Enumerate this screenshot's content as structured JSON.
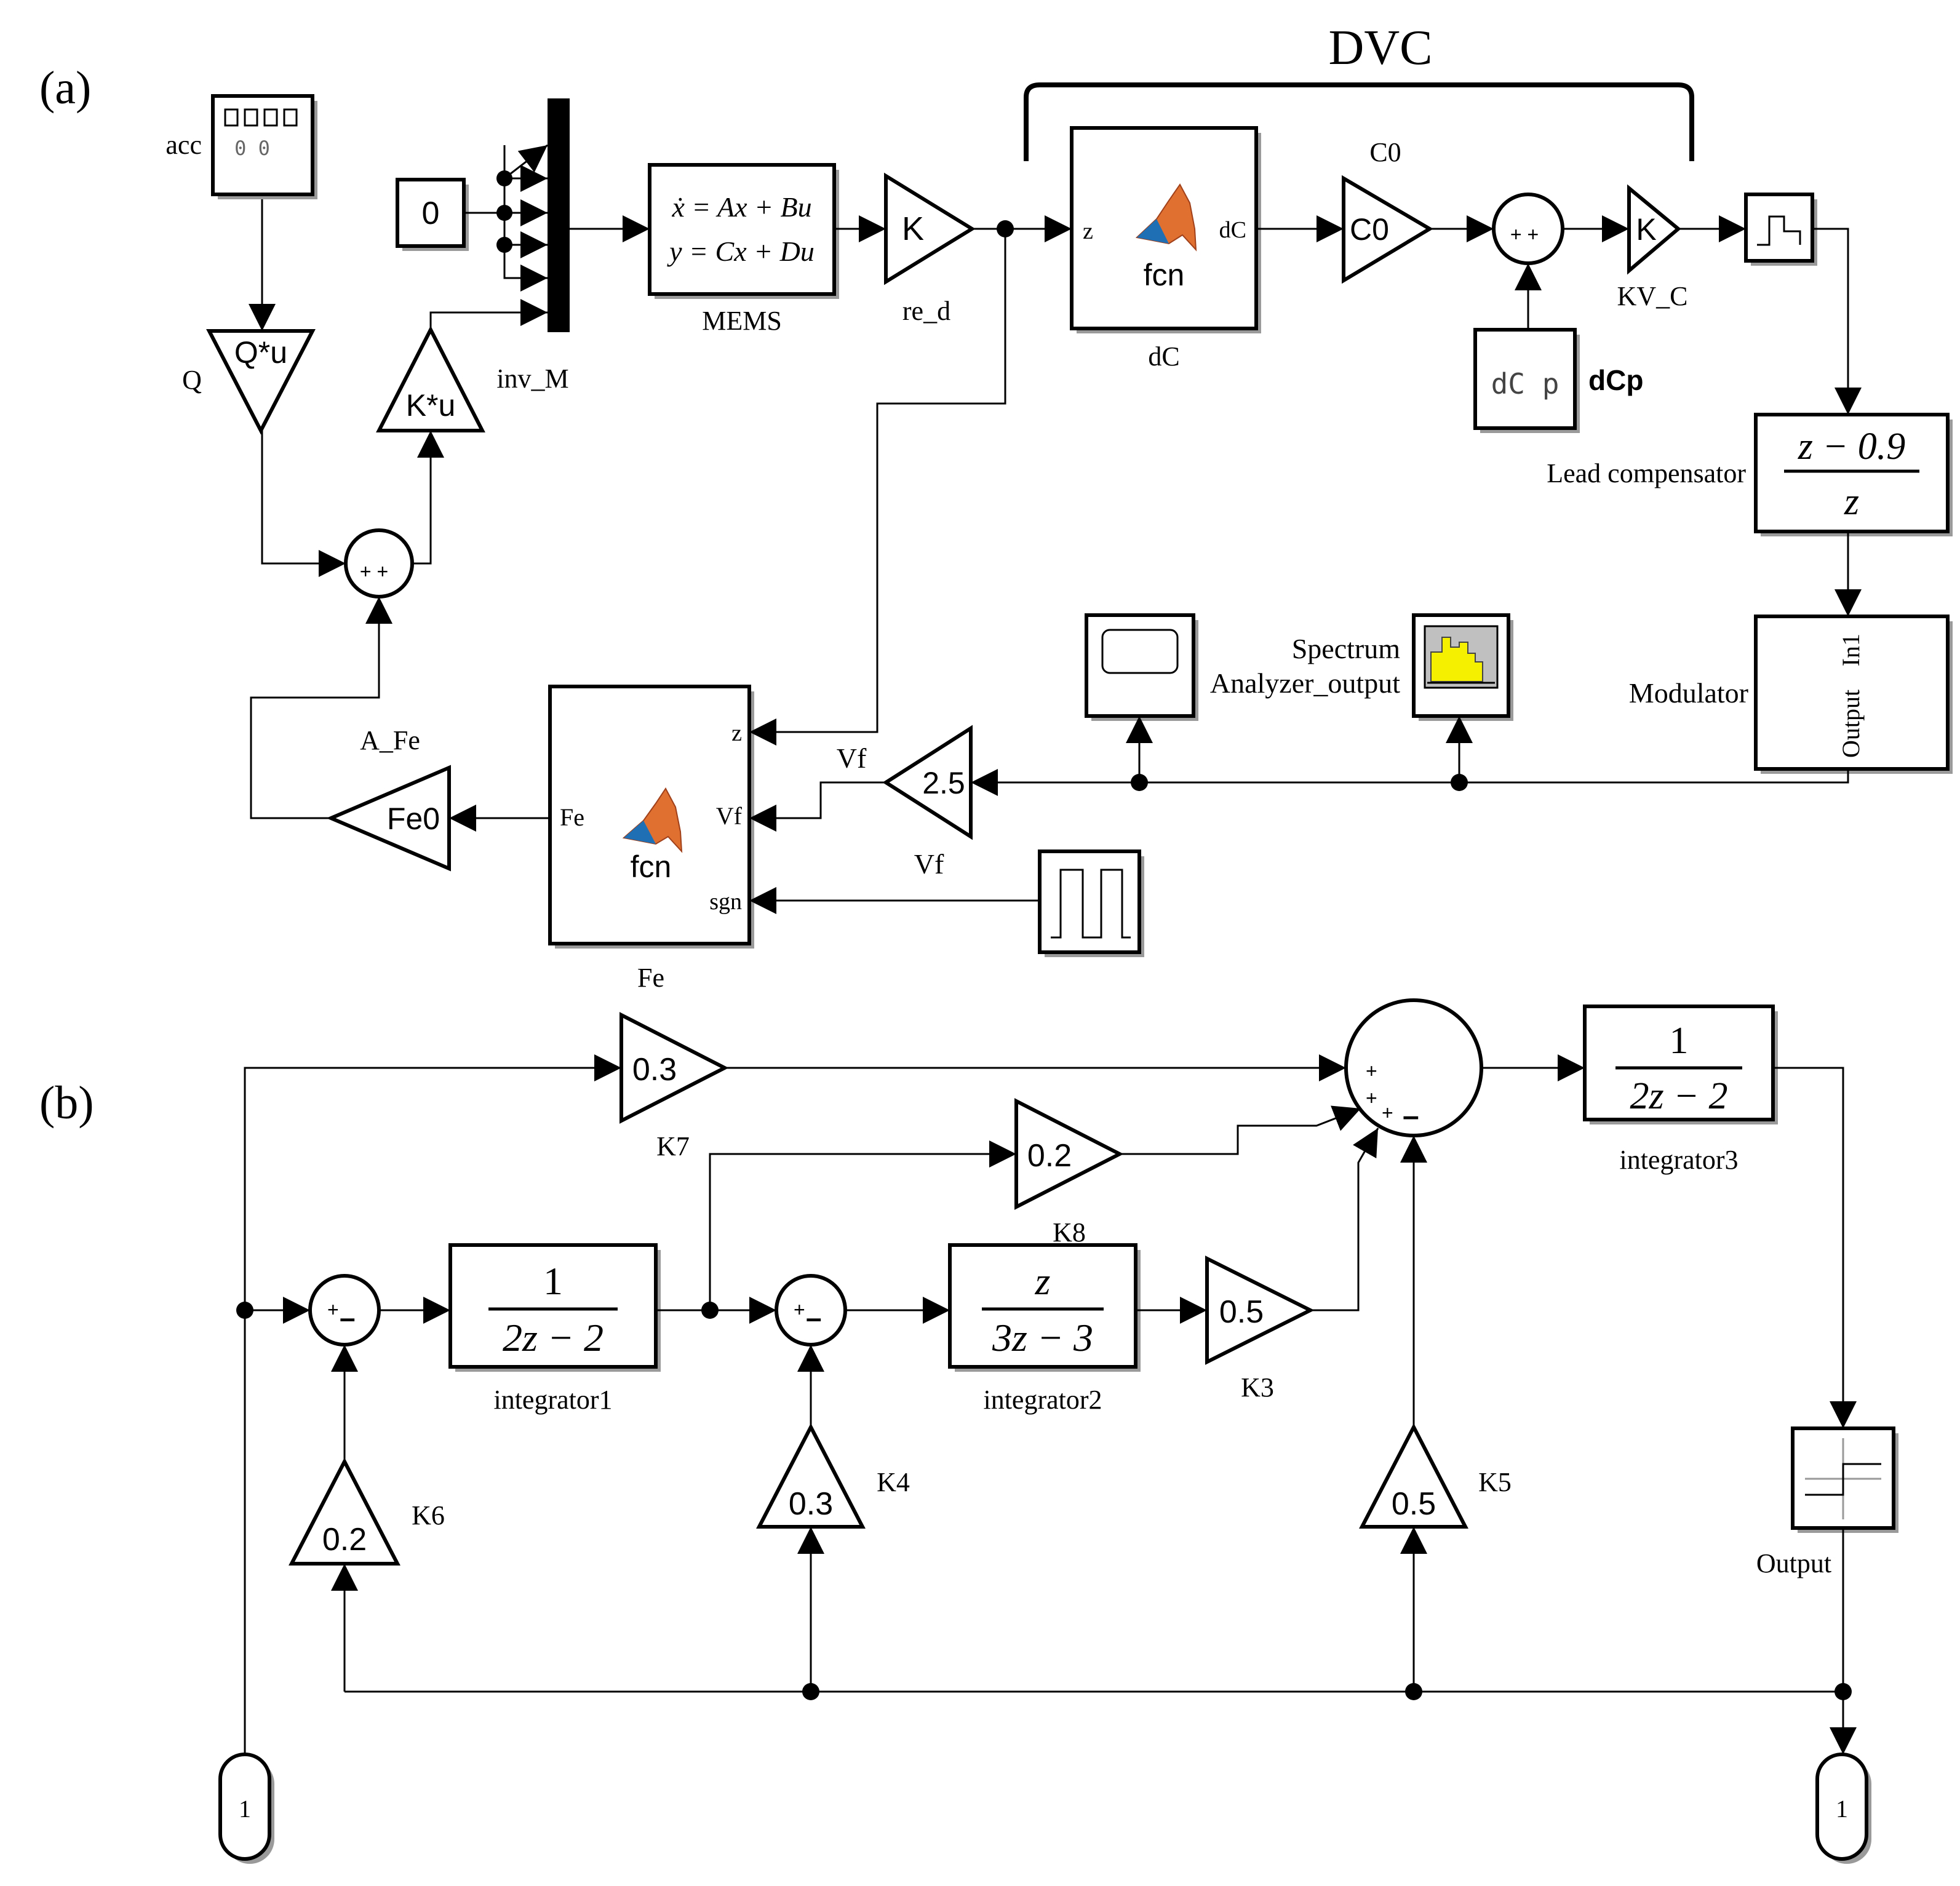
{
  "panel_a": {
    "tag": "(a)",
    "dvc_label": "DVC",
    "acc": {
      "name": "acc",
      "display": "0 0"
    },
    "const0": {
      "value": "0"
    },
    "Q": {
      "name": "Q",
      "expr": "Q*u"
    },
    "Ku": {
      "expr": "K*u"
    },
    "inv_M": {
      "name": "inv_M"
    },
    "MEMS": {
      "name": "MEMS",
      "line1": "ẋ = Ax + Bu",
      "line2": "y = Cx + Du"
    },
    "re_d": {
      "name": "re_d",
      "expr": "K"
    },
    "dC": {
      "name": "dC",
      "in_port": "z",
      "out_port": "dC",
      "fcn": "fcn"
    },
    "C0": {
      "name": "C0",
      "expr": "C0"
    },
    "KV_C": {
      "name": "KV_C",
      "expr": "K"
    },
    "dCp": {
      "name": "dCp",
      "expr": "dC p"
    },
    "lead": {
      "name": "Lead compensator",
      "num": "z − 0.9",
      "den": "z"
    },
    "modulator": {
      "name": "Modulator",
      "in_port": "In1",
      "out_port": "Output"
    },
    "spectrum": {
      "line1": "Spectrum",
      "line2": "Analyzer_output"
    },
    "Vf_gain": {
      "name": "Vf",
      "expr": "2.5",
      "signal": "Vf"
    },
    "Fe": {
      "name": "Fe",
      "port_z": "z",
      "port_vf": "Vf",
      "port_sgn": "sgn",
      "out_port": "Fe",
      "fcn": "fcn"
    },
    "A_Fe": {
      "name": "A_Fe",
      "expr": "Fe0"
    },
    "sum_signs": "+ +"
  },
  "panel_b": {
    "tag": "(b)",
    "K7": {
      "name": "K7",
      "value": "0.3"
    },
    "K8": {
      "name": "K8",
      "value": "0.2"
    },
    "K3": {
      "name": "K3",
      "value": "0.5"
    },
    "K4": {
      "name": "K4",
      "value": "0.3"
    },
    "K5": {
      "name": "K5",
      "value": "0.5"
    },
    "K6": {
      "name": "K6",
      "value": "0.2"
    },
    "integrator1": {
      "name": "integrator1",
      "num": "1",
      "den": "2z − 2"
    },
    "integrator2": {
      "name": "integrator2",
      "num": "z",
      "den": "3z − 3"
    },
    "integrator3": {
      "name": "integrator3",
      "num": "1",
      "den": "2z − 2"
    },
    "output": {
      "name": "Output"
    },
    "inport": {
      "value": "1"
    },
    "outport": {
      "value": "1"
    }
  }
}
